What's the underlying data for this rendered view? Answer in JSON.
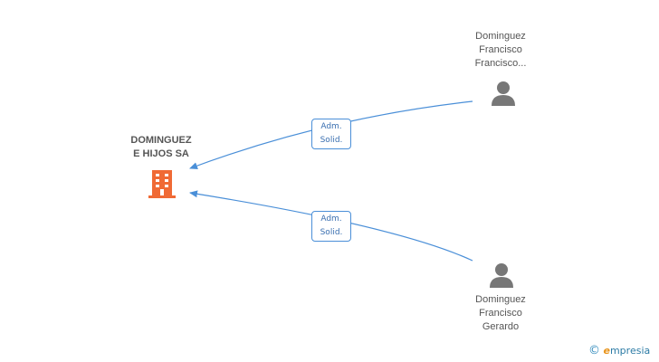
{
  "company": {
    "name_line1": "DOMINGUEZ",
    "name_line2": "E HIJOS SA",
    "icon": "building-icon",
    "color": "#f06a35"
  },
  "persons": [
    {
      "line1": "Dominguez",
      "line2": "Francisco",
      "line3": "Francisco...",
      "icon": "person-icon"
    },
    {
      "line1": "Dominguez",
      "line2": "Francisco",
      "line3": "Gerardo",
      "icon": "person-icon"
    }
  ],
  "relations": [
    {
      "label_line1": "Adm.",
      "label_line2": "Solid."
    },
    {
      "label_line1": "Adm.",
      "label_line2": "Solid."
    }
  ],
  "colors": {
    "edge": "#4a8fd8",
    "person": "#777777"
  },
  "brand": {
    "copyright": "©",
    "e": "e",
    "rest": "mpresia"
  }
}
